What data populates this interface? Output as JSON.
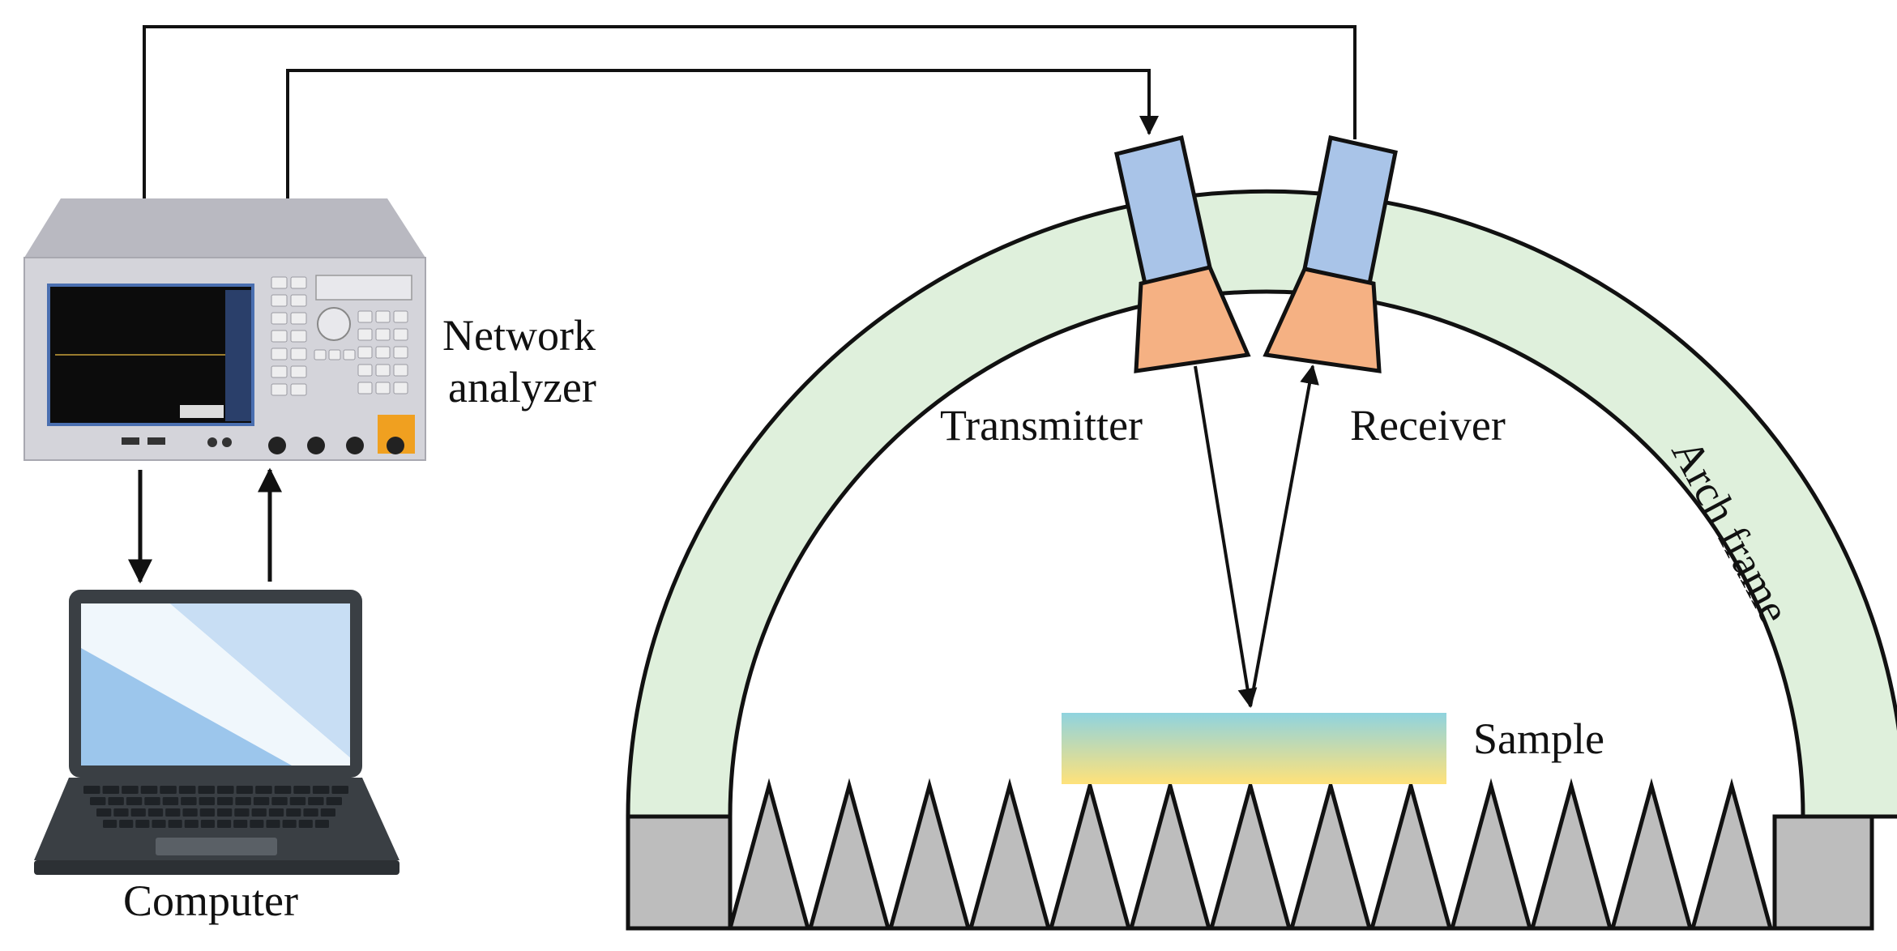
{
  "labels": {
    "network_analyzer_line1": "Network",
    "network_analyzer_line2": "analyzer",
    "computer": "Computer",
    "transmitter": "Transmitter",
    "receiver": "Receiver",
    "arch_frame": "Arch frame",
    "sample": "Sample"
  },
  "colors": {
    "arch_fill": "#dff0dc",
    "horn_body": "#a9c4e8",
    "horn_flare": "#f5b183",
    "absorber": "#bdbdbd",
    "sample_top": "#8fd3df",
    "sample_bottom": "#ffe27a",
    "analyzer_body": "#c9c9cf",
    "analyzer_screen": "#0c0c0c",
    "laptop_frame": "#3a3f44",
    "laptop_screen": "#9cc6ec",
    "knob_accent": "#f0a020"
  },
  "icons": {
    "network_analyzer": "network-analyzer-icon",
    "computer": "laptop-icon",
    "transmitter": "horn-antenna-icon",
    "receiver": "horn-antenna-icon"
  }
}
